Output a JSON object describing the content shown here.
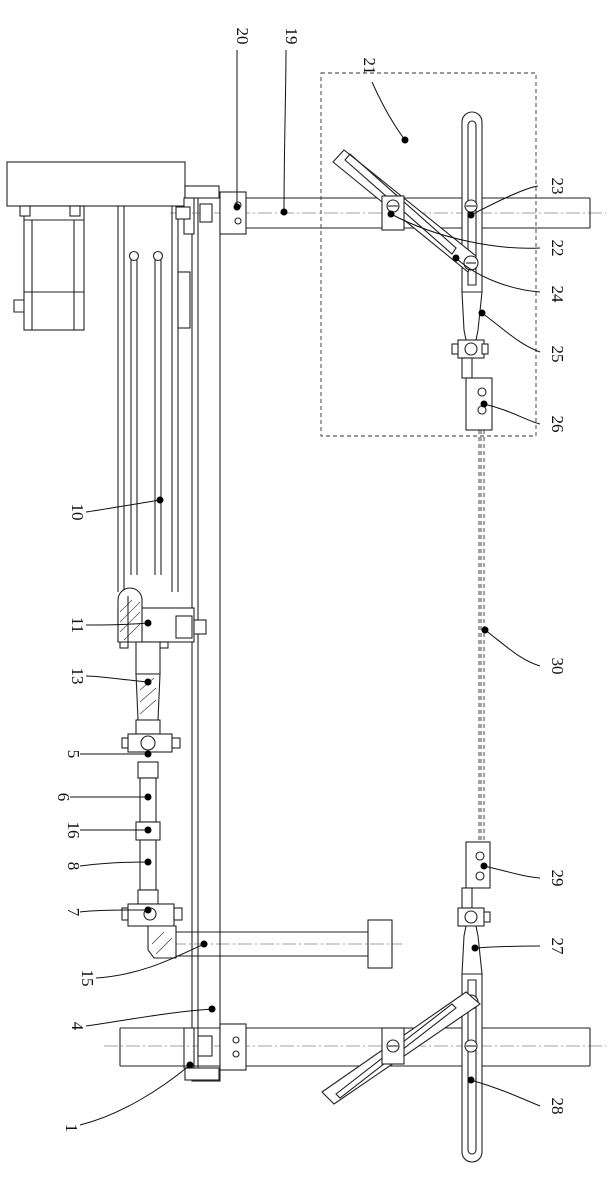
{
  "labels": {
    "l1": "1",
    "l4": "4",
    "l5": "5",
    "l6": "6",
    "l7": "7",
    "l8": "8",
    "l10": "10",
    "l11": "11",
    "l13": "13",
    "l15": "15",
    "l16": "16",
    "l19": "19",
    "l20": "20",
    "l21": "21",
    "l22": "22",
    "l23": "23",
    "l24": "24",
    "l25": "25",
    "l26": "26",
    "l27": "27",
    "l28": "28",
    "l29": "29",
    "l30": "30"
  }
}
